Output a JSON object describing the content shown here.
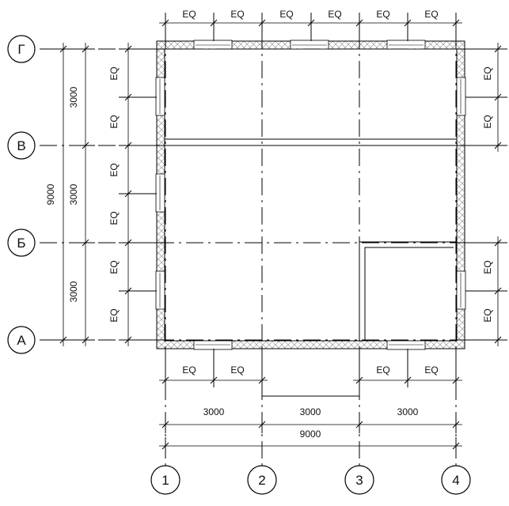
{
  "grid": {
    "columns": [
      "1",
      "2",
      "3",
      "4"
    ],
    "rows": [
      "Г",
      "В",
      "Б",
      "А"
    ]
  },
  "dimensions": {
    "eq": "EQ",
    "span": "3000",
    "total": "9000"
  },
  "colors": {
    "line": "#000000",
    "wall_hatch": "#888888",
    "background": "#ffffff"
  }
}
